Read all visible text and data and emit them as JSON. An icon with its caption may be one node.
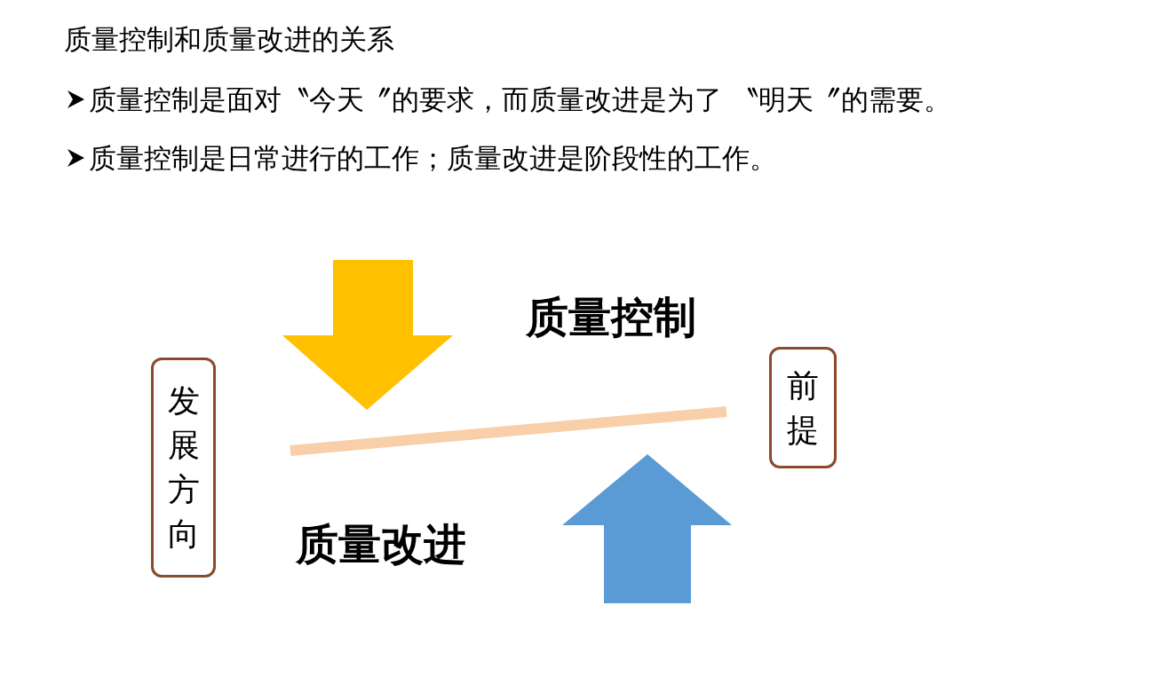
{
  "diagram": {
    "title": "质量控制和质量改进的关系",
    "nodes": [
      {
        "text": [
          "发展方向"
        ]
      },
      {
        "text": [
          "前提"
        ]
      }
    ],
    "edges": [],
    "labels": [
      "质量控制是面对〝今天〞的要求，而质量改进是为了 〝明天〞的需要。",
      "质量控制是日常进行的工作；质量改进是阶段性的工作。",
      "质量控制",
      "质量改进"
    ]
  }
}
